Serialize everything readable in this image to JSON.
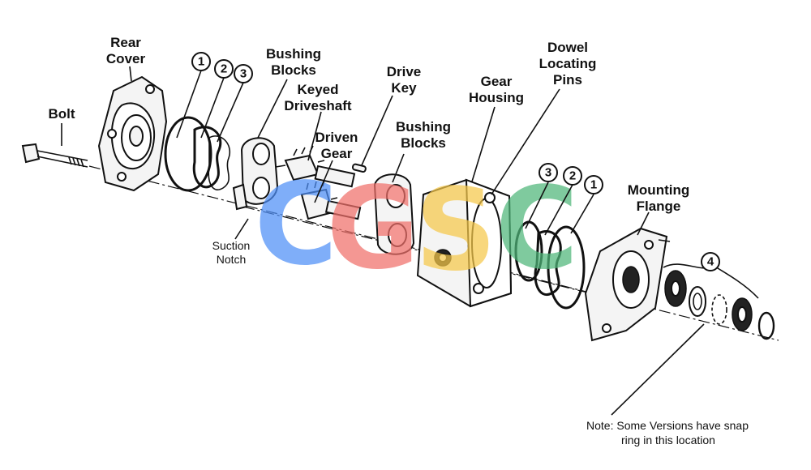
{
  "labels": {
    "bolt": "Bolt",
    "rear_cover_1": "Rear",
    "rear_cover_2": "Cover",
    "bushing_blocks_left_1": "Bushing",
    "bushing_blocks_left_2": "Blocks",
    "keyed_driveshaft_1": "Keyed",
    "keyed_driveshaft_2": "Driveshaft",
    "driven_gear_1": "Driven",
    "driven_gear_2": "Gear",
    "drive_key_1": "Drive",
    "drive_key_2": "Key",
    "bushing_blocks_right_1": "Bushing",
    "bushing_blocks_right_2": "Blocks",
    "gear_housing_1": "Gear",
    "gear_housing_2": "Housing",
    "dowel_pins_1": "Dowel",
    "dowel_pins_2": "Locating",
    "dowel_pins_3": "Pins",
    "mounting_flange_1": "Mounting",
    "mounting_flange_2": "Flange",
    "suction_notch_1": "Suction",
    "suction_notch_2": "Notch"
  },
  "callouts": {
    "left_1": "1",
    "left_2": "2",
    "left_3": "3",
    "right_3": "3",
    "right_2": "2",
    "right_1": "1",
    "seal_4": "4"
  },
  "note": {
    "line1": "Note: Some Versions have snap",
    "line2": "ring in this location"
  },
  "watermark": {
    "letters": [
      "C",
      "G",
      "S",
      "C"
    ],
    "colors": [
      "#4f8ff7",
      "#f0706a",
      "#f6c84a",
      "#4fb77a"
    ]
  }
}
